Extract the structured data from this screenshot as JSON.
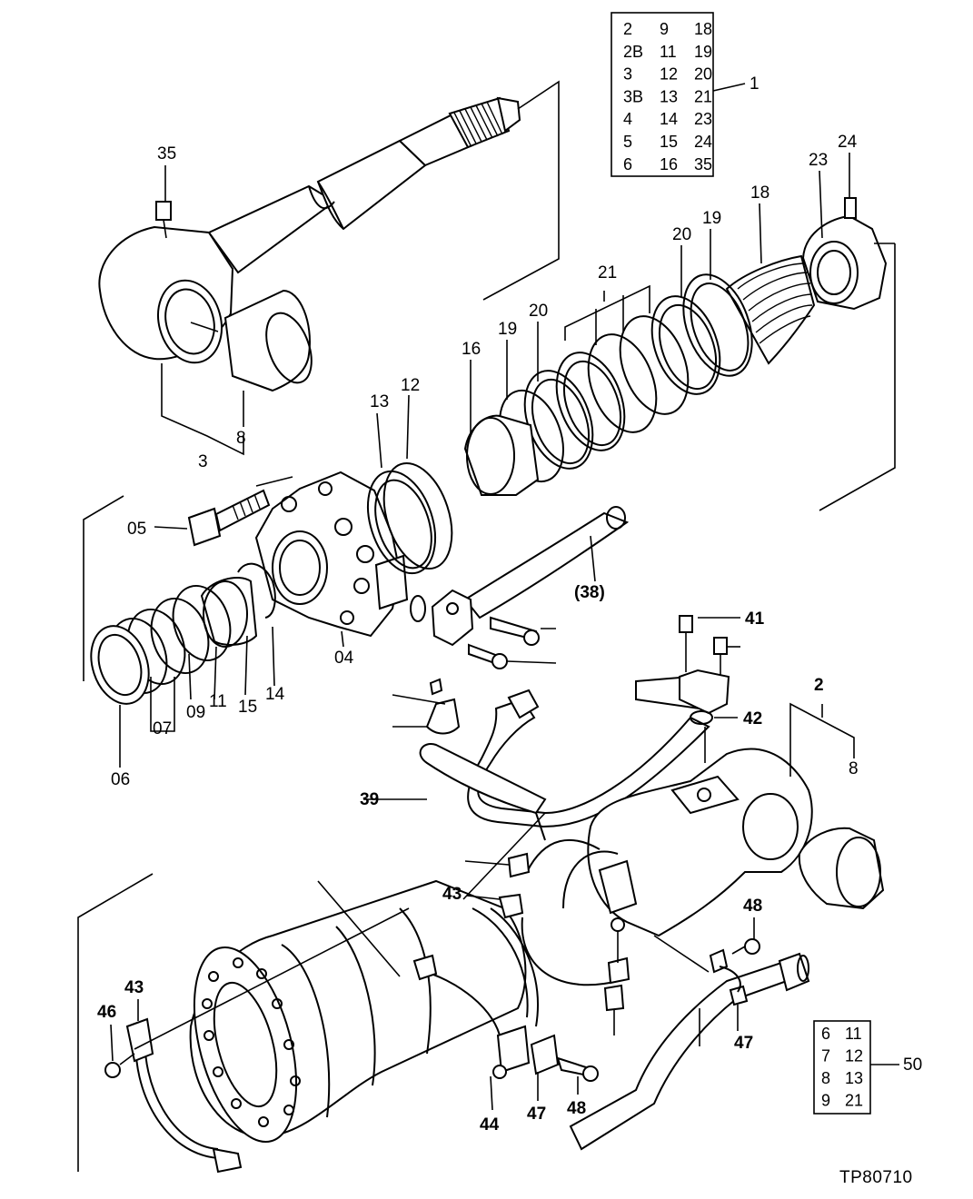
{
  "drawing_ref": "TP80710",
  "table_kit_1": {
    "label": "1",
    "rows": [
      [
        "2",
        "9",
        "18"
      ],
      [
        "2B",
        "11",
        "19"
      ],
      [
        "3",
        "12",
        "20"
      ],
      [
        "3B",
        "13",
        "21"
      ],
      [
        "4",
        "14",
        "23"
      ],
      [
        "5",
        "15",
        "24"
      ],
      [
        "6",
        "16",
        "35"
      ]
    ]
  },
  "table_kit_50": {
    "label": "50",
    "rows": [
      [
        "6",
        "11"
      ],
      [
        "7",
        "12"
      ],
      [
        "8",
        "13"
      ],
      [
        "9",
        "21"
      ]
    ]
  },
  "callouts": {
    "c35": "35",
    "c3": "3",
    "c8a": "8",
    "c24": "24",
    "c23": "23",
    "c18": "18",
    "c19a": "19",
    "c20a": "20",
    "c21": "21",
    "c20b": "20",
    "c19b": "19",
    "c16": "16",
    "c13": "13",
    "c12": "12",
    "c05": "05",
    "c38": "(38)",
    "c04": "04",
    "c14": "14",
    "c15": "15",
    "c11": "11",
    "c09": "09",
    "c07": "07",
    "c06": "06",
    "c41": "41",
    "c42": "42",
    "c2": "2",
    "c8b": "8",
    "c39": "39",
    "c43a": "43",
    "c48a": "48",
    "c43b": "43",
    "c46": "46",
    "c47a": "47",
    "c44": "44",
    "c47b": "47",
    "c48b": "48"
  }
}
